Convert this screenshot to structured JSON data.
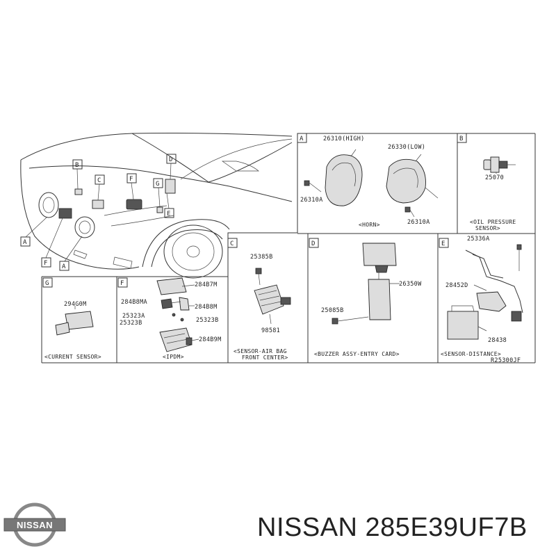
{
  "panels": {
    "A": {
      "letter": "A",
      "labels": [
        "26310(HIGH)",
        "26330(LOW)",
        "26310A",
        "26310A"
      ],
      "caption": "<HORN>"
    },
    "B": {
      "letter": "B",
      "labels": [
        "25070"
      ],
      "caption_lines": [
        "<OIL PRESSURE",
        "SENSOR>"
      ]
    },
    "C": {
      "letter": "C",
      "labels": [
        "25385B",
        "98581"
      ],
      "caption_lines": [
        "<SENSOR-AIR BAG",
        "FRONT CENTER>"
      ]
    },
    "D": {
      "letter": "D",
      "labels": [
        "26350W",
        "25085B"
      ],
      "caption": "<BUZZER ASSY-ENTRY CARD>"
    },
    "E": {
      "letter": "E",
      "labels": [
        "25336A",
        "28452D",
        "28438"
      ],
      "caption": "<SENSOR-DISTANCE>"
    },
    "G": {
      "letter": "G",
      "labels": [
        "294G0M"
      ],
      "caption": "<CURRENT SENSOR>"
    },
    "F": {
      "letter": "F",
      "labels": [
        "284B7M",
        "284B8MA",
        "284B8M",
        "25323A",
        "25323B",
        "25323B",
        "284B9M"
      ],
      "caption": "<IPDM>"
    }
  },
  "car_view": {
    "callouts": [
      "B",
      "C",
      "F",
      "D",
      "G",
      "E",
      "A",
      "F",
      "A"
    ]
  },
  "diagram_code": "R25300JF",
  "footer": {
    "brand": "NISSAN 285E39UF7B",
    "logo_text": "NISSAN"
  }
}
